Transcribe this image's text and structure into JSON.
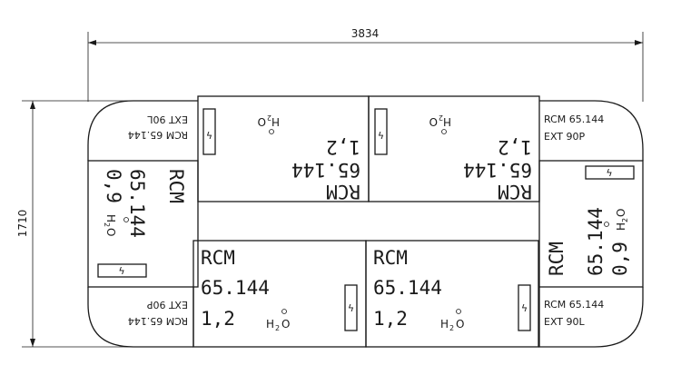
{
  "dimensions": {
    "width": "3834",
    "height": "1710"
  },
  "modules": {
    "top_left": {
      "code": "RCM",
      "number": "65.144",
      "size": "1,2",
      "water": "H",
      "water_sub": "2",
      "water_o": "O"
    },
    "top_right": {
      "code": "RCM",
      "number": "65.144",
      "size": "1,2",
      "water": "H",
      "water_sub": "2",
      "water_o": "O"
    },
    "bottom_left": {
      "code": "RCM",
      "number": "65.144",
      "size": "1,2",
      "water": "H",
      "water_sub": "2",
      "water_o": "O"
    },
    "bottom_right": {
      "code": "RCM",
      "number": "65.144",
      "size": "1,2",
      "water": "H",
      "water_sub": "2",
      "water_o": "O"
    },
    "left_side": {
      "code": "RCM",
      "number": "65.144",
      "size": "0,9",
      "water": "H",
      "water_sub": "2",
      "water_o": "O"
    },
    "right_side": {
      "code": "RCM",
      "number": "65.144",
      "size": "0,9",
      "water": "H",
      "water_sub": "2",
      "water_o": "O"
    }
  },
  "corners": {
    "top_left": {
      "line1": "EXT 90L",
      "line2": "RCM 65.144"
    },
    "top_right": {
      "line1": "RCM 65.144",
      "line2": "EXT 90P"
    },
    "bottom_left": {
      "line1": "EXT 90P",
      "line2": "RCM 65.144"
    },
    "bottom_right": {
      "line1": "RCM 65.144",
      "line2": "EXT 90L"
    }
  },
  "icons": {
    "socket": "lightning-socket-icon",
    "water_dots": "water-connection-icon"
  }
}
